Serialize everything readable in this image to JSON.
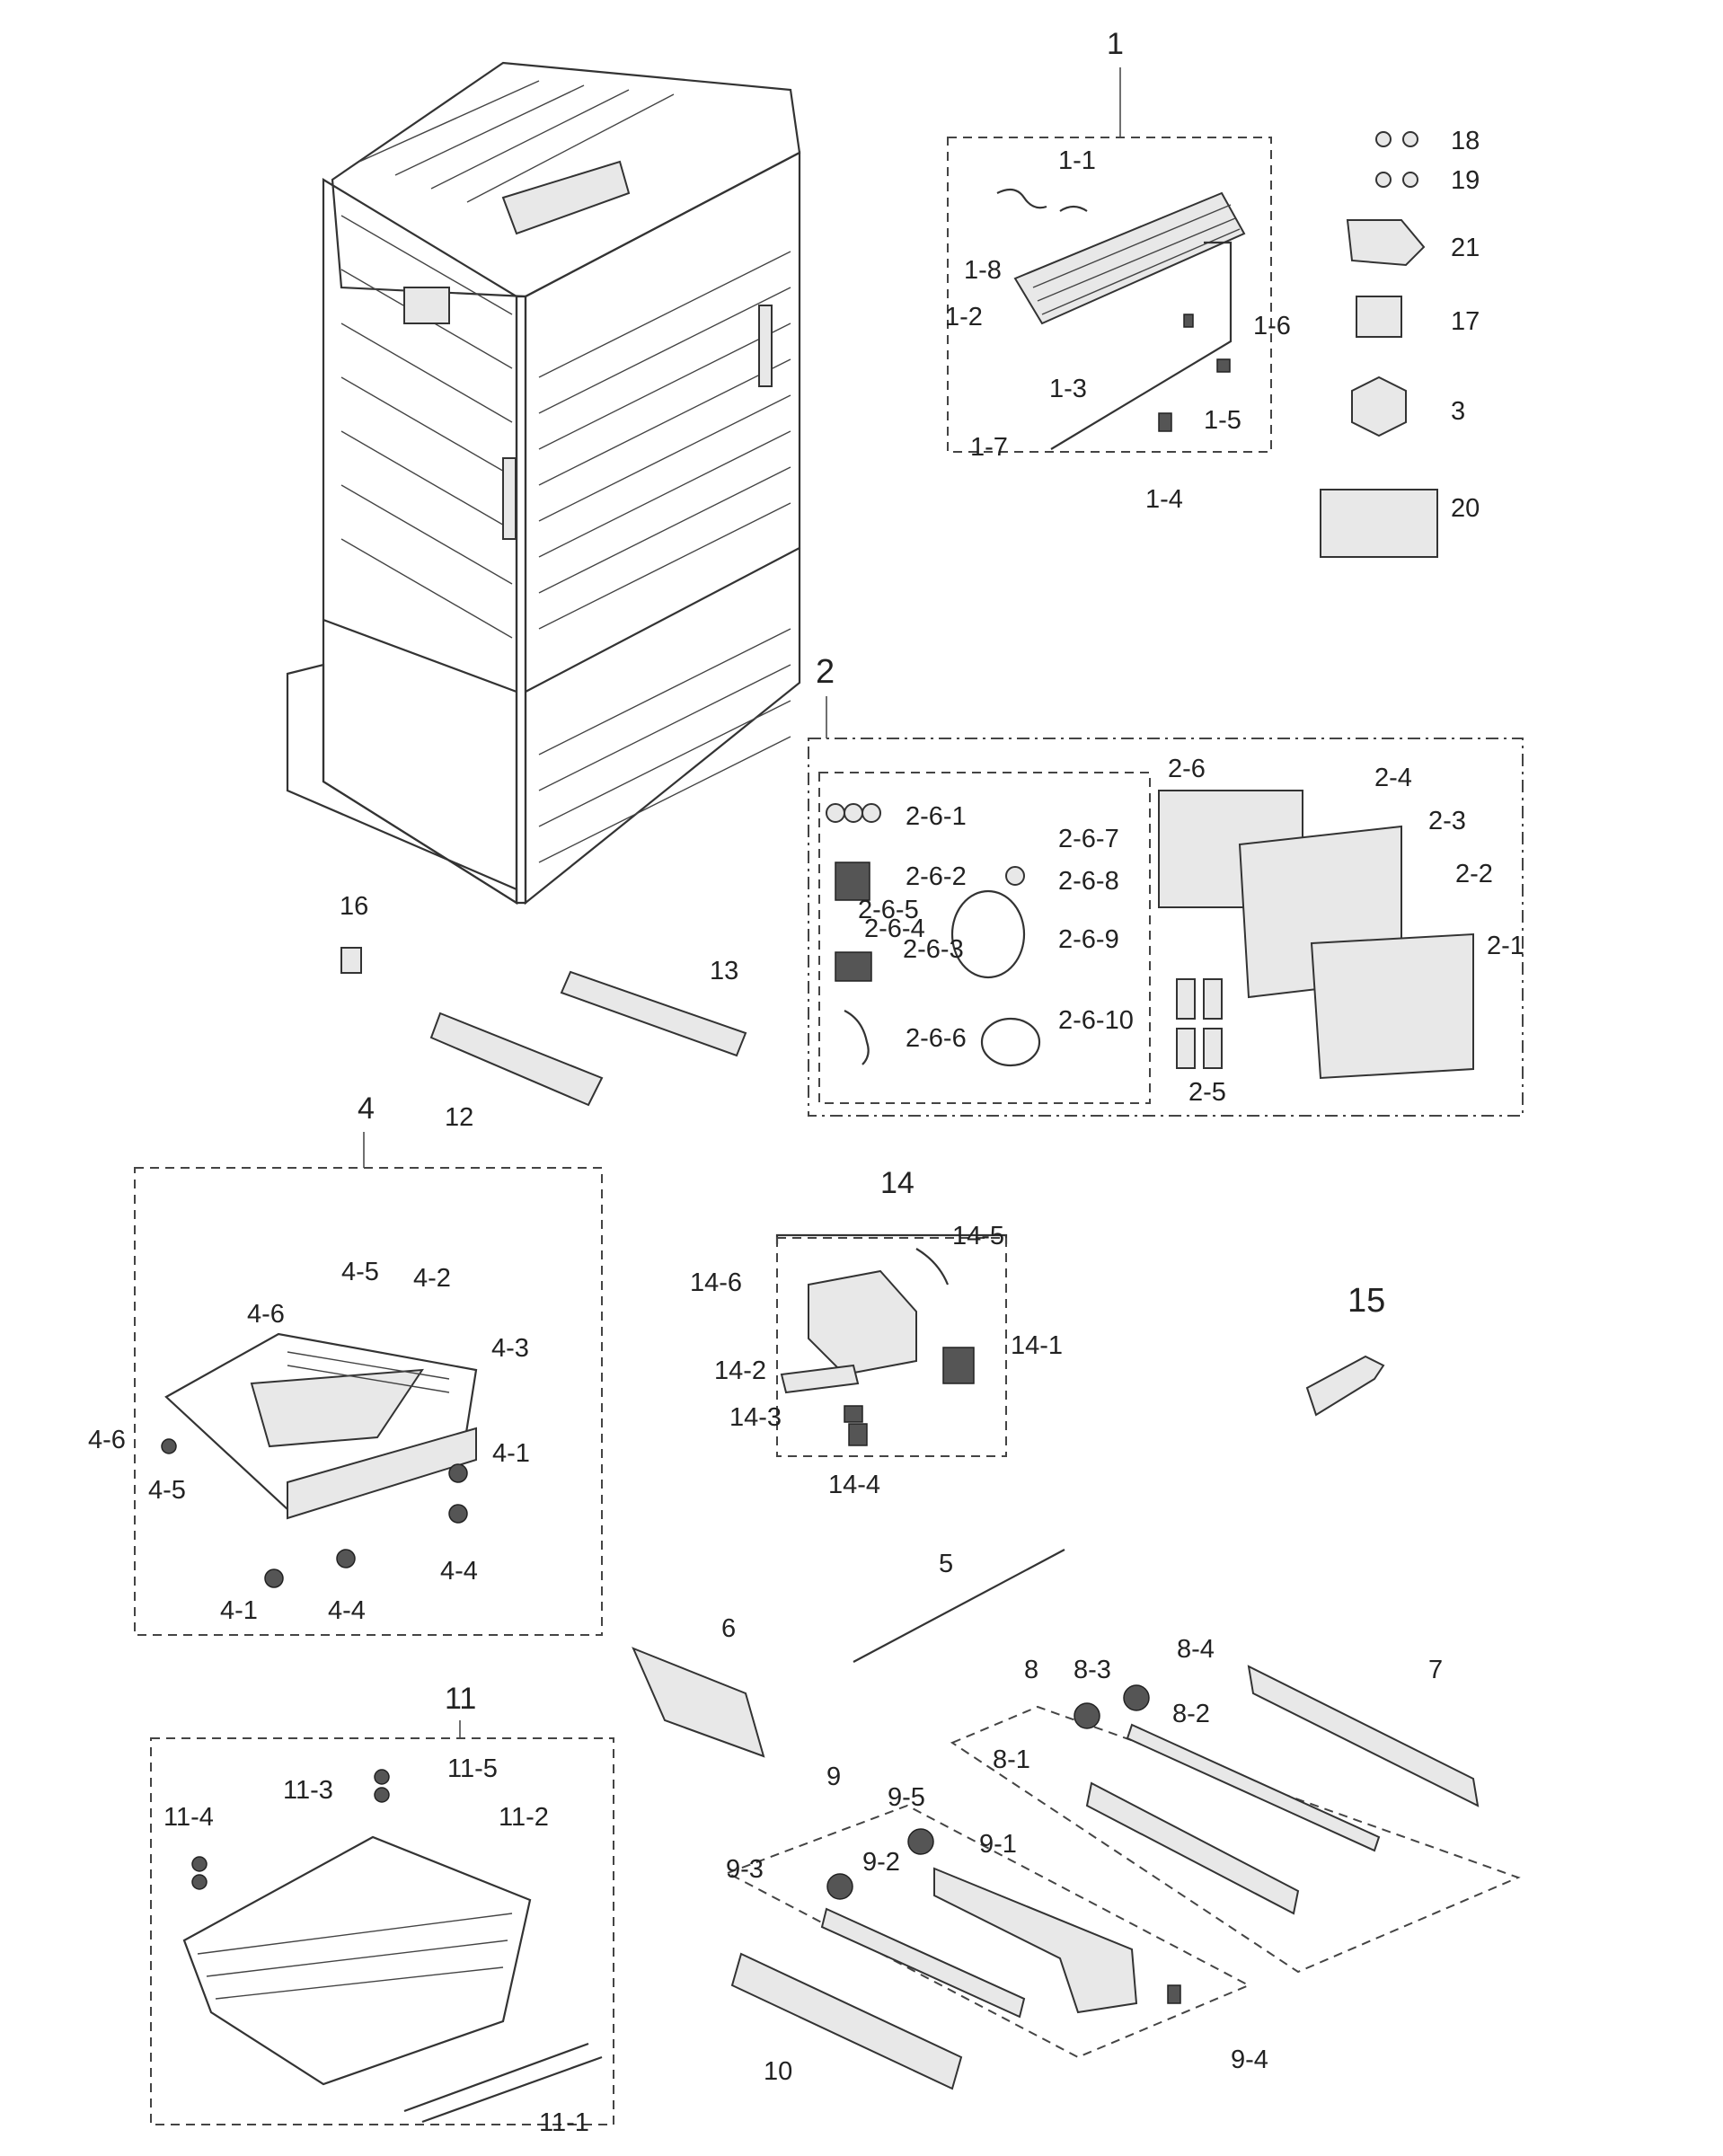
{
  "labels": {
    "p1": "1",
    "p1_1": "1-1",
    "p1_2": "1-2",
    "p1_3": "1-3",
    "p1_4": "1-4",
    "p1_5": "1-5",
    "p1_6": "1-6",
    "p1_7": "1-7",
    "p1_8": "1-8",
    "p2": "2",
    "p2_1": "2-1",
    "p2_2": "2-2",
    "p2_3": "2-3",
    "p2_4": "2-4",
    "p2_5": "2-5",
    "p2_6": "2-6",
    "p2_6_1": "2-6-1",
    "p2_6_2": "2-6-2",
    "p2_6_3": "2-6-3",
    "p2_6_4": "2-6-4",
    "p2_6_5": "2-6-5",
    "p2_6_6": "2-6-6",
    "p2_6_7": "2-6-7",
    "p2_6_8": "2-6-8",
    "p2_6_9": "2-6-9",
    "p2_6_10": "2-6-10",
    "p3": "3",
    "p17": "17",
    "p18": "18",
    "p19": "19",
    "p20": "20",
    "p21": "21",
    "p4": "4",
    "p4_1a": "4-1",
    "p4_1b": "4-1",
    "p4_2": "4-2",
    "p4_3": "4-3",
    "p4_4a": "4-4",
    "p4_4b": "4-4",
    "p4_5a": "4-5",
    "p4_5b": "4-5",
    "p4_6a": "4-6",
    "p4_6b": "4-6",
    "p5": "5",
    "p6": "6",
    "p7": "7",
    "p8": "8",
    "p8_1": "8-1",
    "p8_2": "8-2",
    "p8_3": "8-3",
    "p8_4": "8-4",
    "p9": "9",
    "p9_1": "9-1",
    "p9_2": "9-2",
    "p9_3": "9-3",
    "p9_4": "9-4",
    "p9_5": "9-5",
    "p10": "10",
    "p11": "11",
    "p11_1": "11-1",
    "p11_2": "11-2",
    "p11_3": "11-3",
    "p11_4": "11-4",
    "p11_5": "11-5",
    "p12": "12",
    "p13": "13",
    "p14": "14",
    "p14_1": "14-1",
    "p14_2": "14-2",
    "p14_3": "14-3",
    "p14_4": "14-4",
    "p14_5": "14-5",
    "p14_6": "14-6",
    "p15": "15",
    "p16": "16"
  },
  "colors": {
    "ink": "#333333",
    "background": "#ffffff"
  }
}
